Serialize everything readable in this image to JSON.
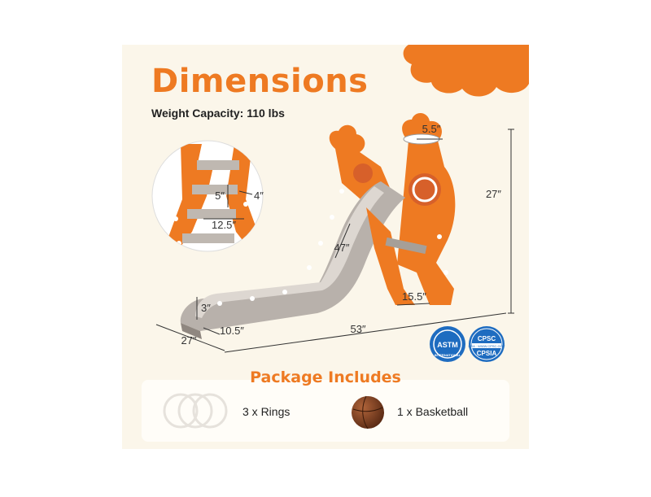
{
  "header": {
    "title": "Dimensions",
    "weight_capacity": "Weight Capacity: 110 lbs"
  },
  "dimensions": {
    "hoop_width": "5.5″",
    "total_height": "27″",
    "step_height": "5″",
    "step_depth": "4″",
    "step_width": "12.5″",
    "slide_length": "47″",
    "slide_side_height": "3″",
    "base_depth": "15.5″",
    "slide_width": "10.5″",
    "width": "27″",
    "total_length": "53″"
  },
  "certifications": {
    "astm_label": "ASTM",
    "astm_sub": "INTERNATIONAL",
    "cpsc_top": "CPSC",
    "cpsc_mid": "USA · WWW.CPSC.GOV",
    "cpsc_bottom": "CPSIA"
  },
  "package": {
    "title": "Package Includes",
    "items": [
      {
        "label": "3 x Rings",
        "icon": "rings-icon"
      },
      {
        "label": "1 x Basketball",
        "icon": "basketball-icon"
      }
    ]
  },
  "colors": {
    "accent": "#ee7a22",
    "background": "#fbf6ea",
    "slide_gray": "#b8b1ab",
    "cert_blue": "#1e6cc0"
  }
}
